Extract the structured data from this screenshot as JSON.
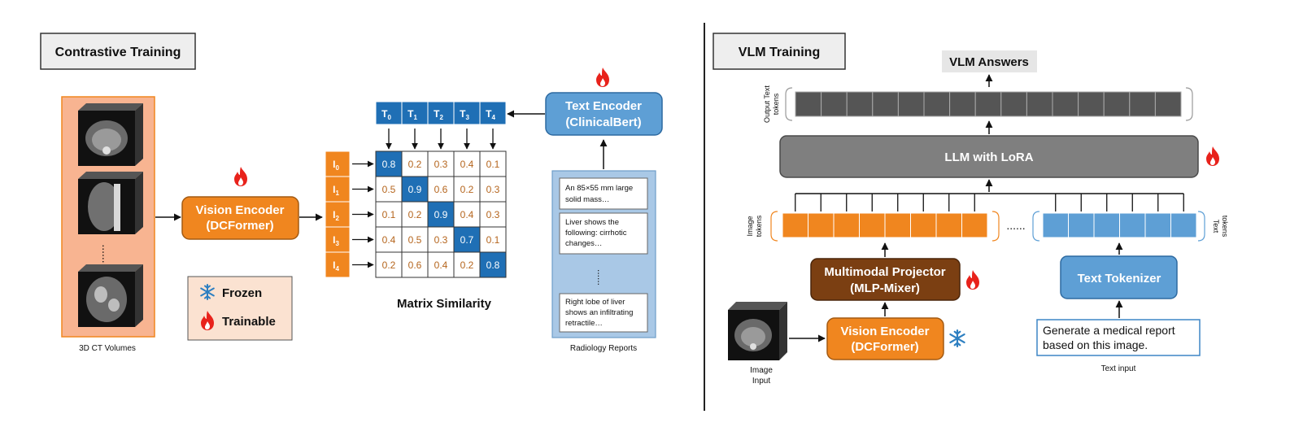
{
  "left": {
    "title": "Contrastive Training",
    "ct_caption": "3D CT Volumes",
    "ct_ellipsis": "......",
    "vision_encoder": {
      "line1": "Vision Encoder",
      "line2": "(DCFormer)"
    },
    "legend": {
      "frozen": "Frozen",
      "trainable": "Trainable"
    },
    "image_labels": [
      "I",
      "I",
      "I",
      "I",
      "I"
    ],
    "image_subs": [
      "0",
      "1",
      "2",
      "3",
      "4"
    ],
    "text_labels": [
      "T",
      "T",
      "T",
      "T",
      "T"
    ],
    "text_subs": [
      "0",
      "1",
      "2",
      "3",
      "4"
    ],
    "matrix": [
      [
        "0.8",
        "0.2",
        "0.3",
        "0.4",
        "0.1"
      ],
      [
        "0.5",
        "0.9",
        "0.6",
        "0.2",
        "0.3"
      ],
      [
        "0.1",
        "0.2",
        "0.9",
        "0.4",
        "0.3"
      ],
      [
        "0.4",
        "0.5",
        "0.3",
        "0.7",
        "0.1"
      ],
      [
        "0.2",
        "0.6",
        "0.4",
        "0.2",
        "0.8"
      ]
    ],
    "matrix_caption": "Matrix Similarity",
    "text_encoder": {
      "line1": "Text Encoder",
      "line2": "(ClinicalBert)"
    },
    "reports": [
      [
        "An 85×55 mm large",
        "solid mass…"
      ],
      [
        "Liver shows the",
        "following: cirrhotic",
        "changes…"
      ],
      [
        "Right lobe of liver",
        "shows an infiltrating",
        "retractile…"
      ]
    ],
    "reports_caption": "Radiology Reports"
  },
  "right": {
    "title": "VLM Training",
    "answers": "VLM Answers",
    "output_label": [
      "Output Text",
      "tokens"
    ],
    "llm": "LLM with LoRA",
    "image_tokens_label": [
      "Image",
      "tokens"
    ],
    "text_tokens_label": [
      "Text",
      "tokens"
    ],
    "token_ellipsis": "......",
    "projector": {
      "line1": "Multimodal Projector",
      "line2": "(MLP-Mixer)"
    },
    "tokenizer": "Text Tokenizer",
    "vision_encoder": {
      "line1": "Vision Encoder",
      "line2": "(DCFormer)"
    },
    "image_input": [
      "Image",
      "Input"
    ],
    "prompt": [
      "Generate a medical report",
      "based on this image."
    ],
    "text_input": "Text input"
  },
  "colors": {
    "orange": "#f0861f",
    "orange_bg": "#f8b491",
    "blue": "#1f6fb5",
    "light_blue": "#5e9fd5",
    "brown": "#7b3f12",
    "gray": "#7f7f7f",
    "dark_gray": "#555555",
    "value_orange": "#b5651d"
  }
}
